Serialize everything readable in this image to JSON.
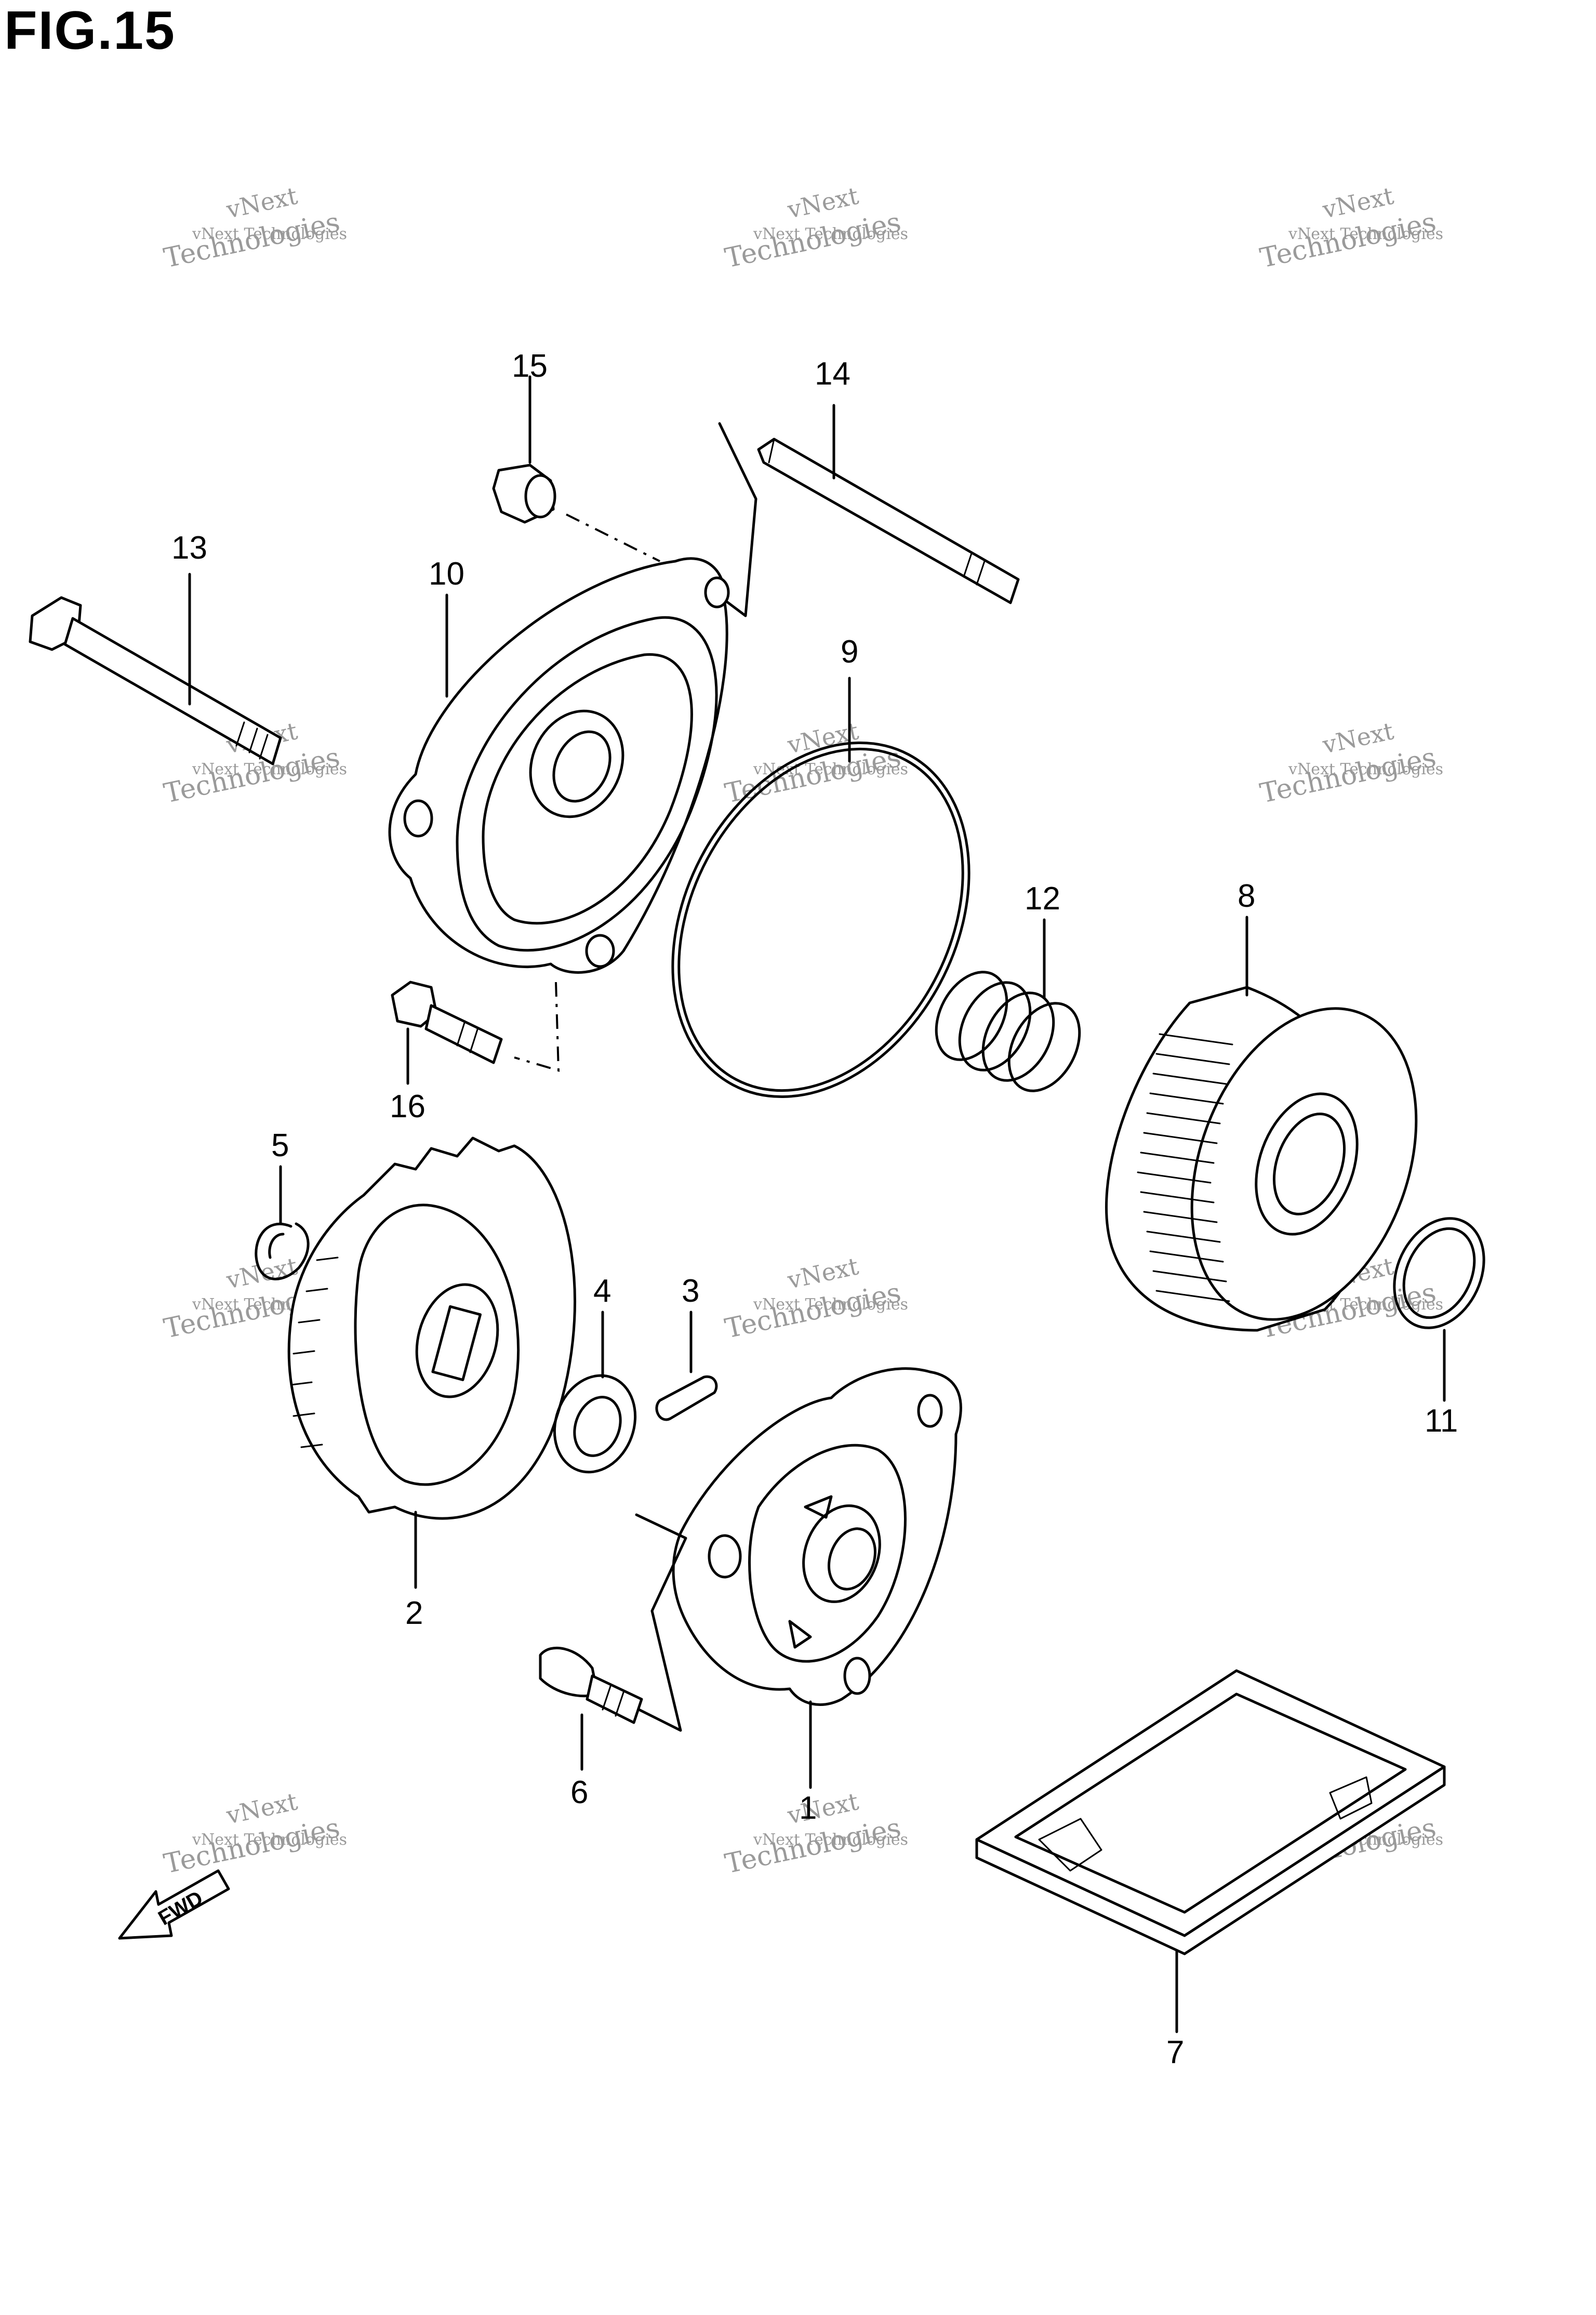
{
  "figure": {
    "title": "FIG.15",
    "callouts": [
      "1",
      "2",
      "3",
      "4",
      "5",
      "6",
      "7",
      "8",
      "9",
      "10",
      "11",
      "12",
      "13",
      "14",
      "15",
      "16"
    ],
    "watermark": {
      "line1": "vNext",
      "line2": "vNext Technologies",
      "line3": "Technologies"
    },
    "fwd_label": "FWD"
  }
}
